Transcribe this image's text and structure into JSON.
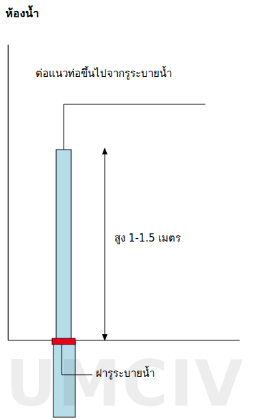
{
  "diagram": {
    "title": "ห้องน้ำ",
    "labels": [
      "ต่อแนวท่อขึ้นไปจากรูระบายน้ำ",
      "สูง 1-1.5 เมตร",
      "ฝารูระบายน้ำ",
      "UMCIV"
    ]
  }
}
